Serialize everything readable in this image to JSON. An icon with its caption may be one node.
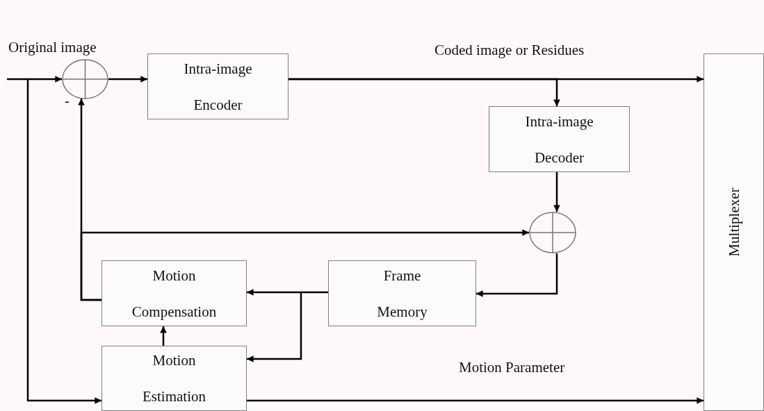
{
  "diagram": {
    "nodes": [
      {
        "text": [],
        "shape": "circle"
      },
      {
        "text": [
          "Intra-image Encoder"
        ]
      },
      {
        "text": [
          "Intra-image Decoder"
        ]
      },
      {
        "text": [
          "Multiplexer"
        ]
      },
      {
        "text": [],
        "shape": "circle"
      },
      {
        "text": [
          "Motion Compensation"
        ]
      },
      {
        "text": [
          "Frame Memory"
        ]
      },
      {
        "text": [
          "Motion Estimation"
        ]
      }
    ],
    "edges": [
      {
        "from": null,
        "to": 0,
        "arrow": "to",
        "label": "Original image"
      },
      {
        "from": null,
        "to": 7,
        "arrow": "to"
      },
      {
        "from": 0,
        "to": 1,
        "arrow": "to"
      },
      {
        "from": 1,
        "to": 3,
        "arrow": "to",
        "label": "Coded image or Residues"
      },
      {
        "from": 1,
        "to": 2,
        "arrow": "to"
      },
      {
        "from": 2,
        "to": 4,
        "arrow": "to"
      },
      {
        "from": 5,
        "to": 0,
        "arrow": "to"
      },
      {
        "from": 5,
        "to": 4,
        "arrow": "to"
      },
      {
        "from": 4,
        "to": 6,
        "arrow": "to"
      },
      {
        "from": 6,
        "to": 5,
        "arrow": "to"
      },
      {
        "from": 6,
        "to": 7,
        "arrow": "to"
      },
      {
        "from": 7,
        "to": 5,
        "arrow": "to"
      },
      {
        "from": 7,
        "to": 3,
        "arrow": "to",
        "label": "Motion Parameter"
      }
    ],
    "labels": [
      "-"
    ]
  }
}
